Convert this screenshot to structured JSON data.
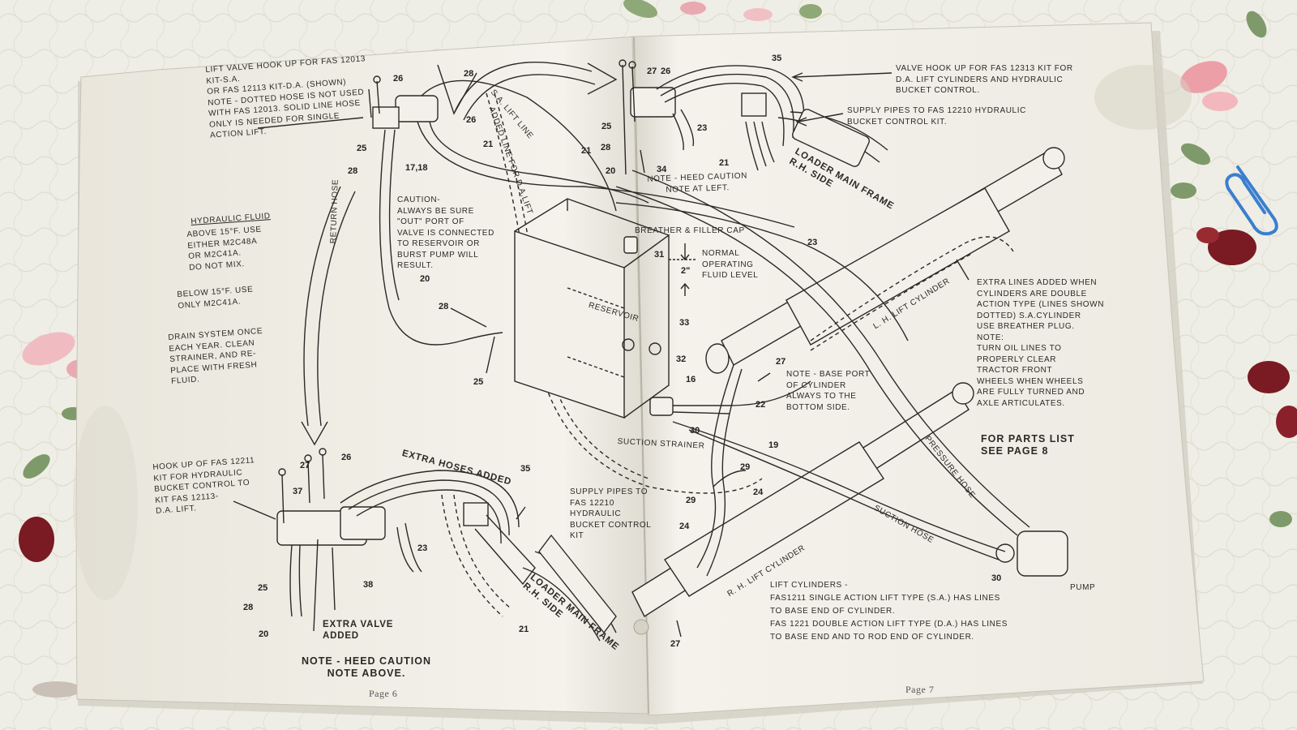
{
  "left_page": {
    "lift_valve_note": "LIFT VALVE HOOK UP FOR FAS 12013 KIT-S.A.\nOR FAS 12113 KIT-D.A. (SHOWN)\nNOTE - DOTTED HOSE IS NOT USED\nWITH FAS 12013. SOLID LINE HOSE\nONLY IS NEEDED FOR SINGLE\nACTION LIFT.",
    "hydraulic_fluid_title": "HYDRAULIC FLUID",
    "hydraulic_fluid_above": "ABOVE 15°F. USE\nEITHER M2C48A\nOR M2C41A.\nDO NOT MIX.",
    "hydraulic_fluid_below": "BELOW 15°F. USE\nONLY M2C41A.",
    "drain_note": "DRAIN SYSTEM ONCE\nEACH YEAR. CLEAN\nSTRAINER, AND RE-\nPLACE WITH FRESH\nFLUID.",
    "caution_note": "CAUTION-\nALWAYS BE SURE\n\"OUT\" PORT OF\nVALVE IS CONNECTED\nTO RESERVOIR OR\nBURST PUMP WILL\nRESULT.",
    "return_hose": "RETURN HOSE",
    "sa_lift_line": "S.A. LIFT LINE",
    "added_line": "ADDED LINE FOR D.A.LIFT",
    "bucket_hookup_note": "HOOK UP OF FAS 12211\nKIT FOR HYDRAULIC\nBUCKET CONTROL TO\nKIT FAS 12113-\nD.A. LIFT.",
    "extra_hoses": "EXTRA HOSES ADDED",
    "supply_pipes_note": "SUPPLY PIPES TO\nFAS 12210 HYDRAULIC\nBUCKET CONTROL KIT",
    "loader_frame": "LOADER MAIN FRAME\nR.H. SIDE",
    "extra_valve": "EXTRA VALVE\nADDED",
    "heed_caution": "NOTE - HEED CAUTION\nNOTE ABOVE.",
    "page_label": "Page 6",
    "part_numbers": [
      "26",
      "28",
      "26",
      "25",
      "17,18",
      "28",
      "21",
      "21",
      "20",
      "28",
      "25",
      "27",
      "26",
      "37",
      "35",
      "25",
      "28",
      "20",
      "38",
      "23",
      "21"
    ]
  },
  "right_page": {
    "valve_hookup_note": "VALVE HOOK UP FOR FAS 12313 KIT FOR\nD.A. LIFT CYLINDERS AND HYDRAULIC\nBUCKET CONTROL.",
    "supply_pipes_note": "SUPPLY PIPES TO FAS 12210 HYDRAULIC\nBUCKET CONTROL KIT.",
    "loader_frame": "LOADER MAIN FRAME\nR.H. SIDE",
    "heed_caution": "NOTE - HEED CAUTION\nNOTE AT LEFT.",
    "breather_cap": "BREATHER & FILLER CAP",
    "fluid_level": "NORMAL\nOPERATING\nFLUID LEVEL",
    "fluid_level_dim": "2\"",
    "reservoir": "RESERVOIR",
    "suction_strainer": "SUCTION STRAINER",
    "lh_cylinder": "L. H. LIFT CYLINDER",
    "rh_cylinder": "R. H. LIFT CYLINDER",
    "extra_lines_note": "EXTRA LINES ADDED WHEN\nCYLINDERS ARE DOUBLE\nACTION TYPE (LINES SHOWN\nDOTTED) S.A.CYLINDER\nUSE BREATHER PLUG.\nNOTE:\n  TURN OIL LINES TO\n  PROPERLY CLEAR\n  TRACTOR FRONT\n  WHEELS WHEN WHEELS\n  ARE FULLY TURNED AND\n  AXLE ARTICULATES.",
    "base_port_note": "NOTE - BASE PORT\nOF CYLINDER\nALWAYS TO THE\nBOTTOM SIDE.",
    "parts_list_ref": "FOR PARTS LIST\nSEE PAGE 8",
    "pressure_hose": "PRESSURE HOSE",
    "suction_hose": "SUCTION HOSE",
    "pump": "PUMP",
    "lift_cylinders_note": "LIFT CYLINDERS -\nFAS1211 SINGLE ACTION LIFT TYPE (S.A.) HAS LINES\nTO BASE END OF CYLINDER.\nFAS 1221 DOUBLE ACTION LIFT TYPE (D.A.) HAS LINES\nTO BASE END AND TO ROD END OF CYLINDER.",
    "page_label": "Page 7",
    "part_numbers": [
      "35",
      "27",
      "26",
      "25",
      "23",
      "28",
      "34",
      "20",
      "21",
      "31",
      "33",
      "23",
      "27",
      "32",
      "16",
      "22",
      "30",
      "19",
      "29",
      "29",
      "24",
      "24",
      "30",
      "27"
    ]
  },
  "colors": {
    "paper": "#f3f1ea",
    "ink": "#2a2a26",
    "quilt": "#efeee6",
    "flower_pink": "#e9a9b0",
    "flower_red": "#7a1a22",
    "leaf_green": "#7f9a6a",
    "clip_blue": "#3a7fd0"
  }
}
